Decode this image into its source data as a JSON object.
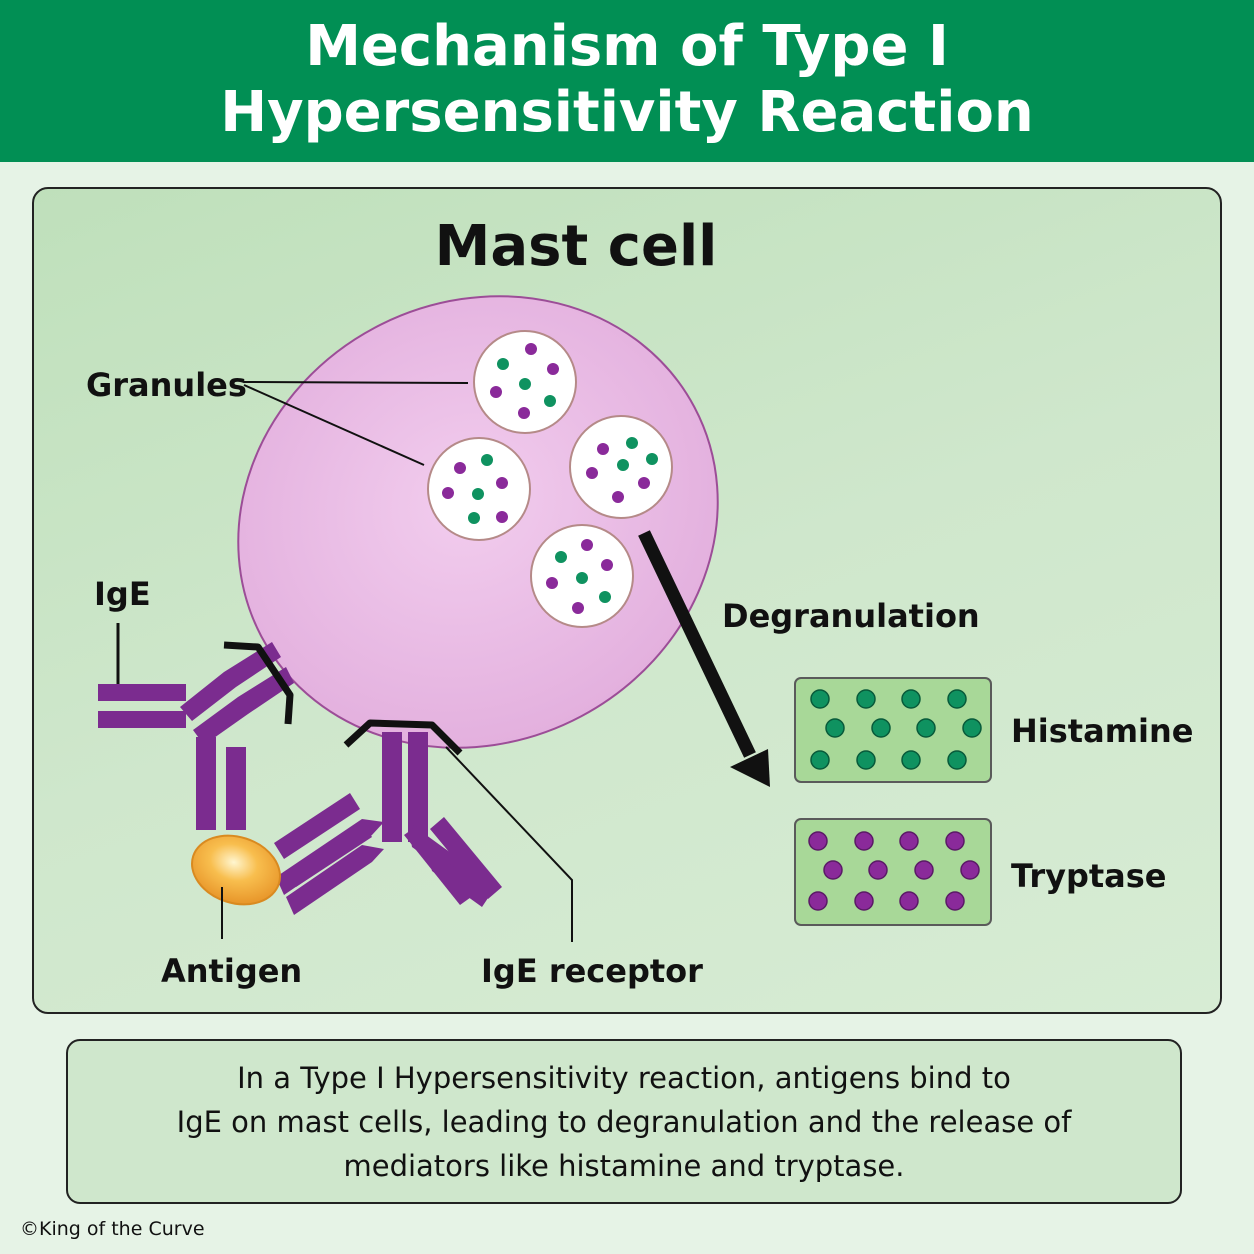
{
  "header": {
    "title_line1": "Mechanism of Type I",
    "title_line2": "Hypersensitivity Reaction"
  },
  "diagram": {
    "cell_title": "Mast cell",
    "labels": {
      "granules": "Granules",
      "ige": "IgE",
      "antigen": "Antigen",
      "ige_receptor": "IgE receptor",
      "degranulation": "Degranulation",
      "histamine": "Histamine",
      "tryptase": "Tryptase"
    },
    "colors": {
      "header": "#018f54",
      "cell": "#eabbe4",
      "antibody": "#7b2c8f",
      "histamine": "#0f9260",
      "tryptase": "#8a2a9a",
      "antigen": "#f3a734"
    }
  },
  "summary": {
    "line1": "In a Type I Hypersensitivity reaction, antigens bind to",
    "line2": "IgE on mast cells, leading to degranulation and the release of",
    "line3": "mediators like histamine and tryptase."
  },
  "footer": {
    "copyright": "©King of the Curve"
  }
}
